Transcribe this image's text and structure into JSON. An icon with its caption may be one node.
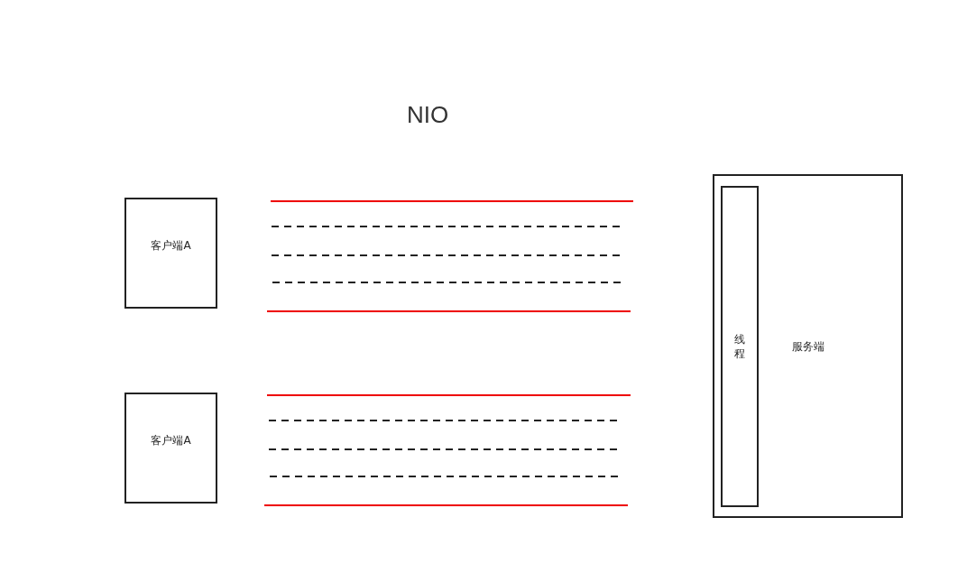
{
  "diagram": {
    "title": "NIO",
    "nodes": [
      {
        "text": [
          "客户端A"
        ]
      },
      {
        "text": [
          "客户端A"
        ]
      },
      {
        "text": [
          "服务端"
        ]
      },
      {
        "text": [
          "线程"
        ],
        "in": 2
      }
    ]
  }
}
